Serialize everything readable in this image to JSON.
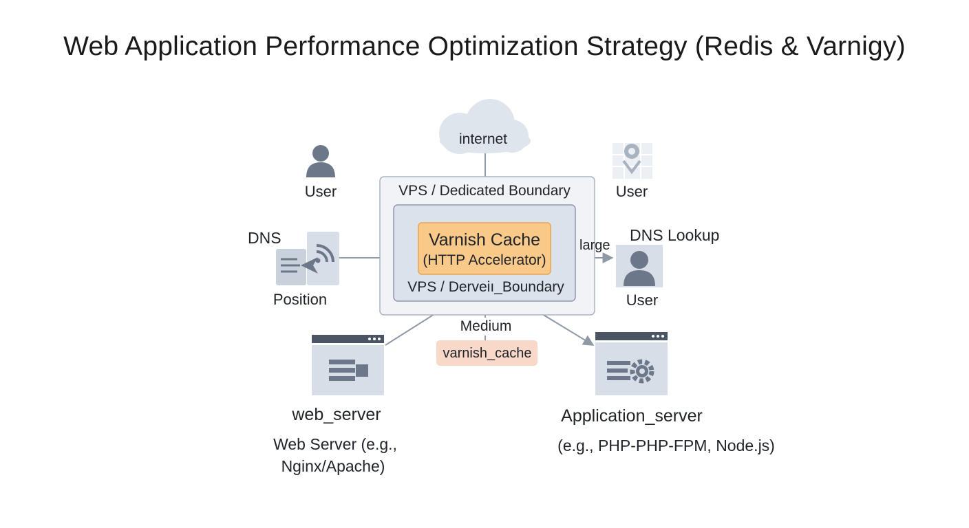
{
  "title": "Web Application Performance Optimization Strategy (Redis & Varnigy)",
  "nodes": {
    "internet": "internet",
    "user_left": "User",
    "user_right_top": "User",
    "user_right": "User",
    "dns": "DNS",
    "position": "Position",
    "dns_lookup": "DNS Lookup",
    "outer_boundary": "VPS / Dedicated Boundary",
    "inner_boundary": "VPS / Derveiı_Boundary",
    "varnish_title": "Varnish Cache",
    "varnish_subtitle": "(HTTP Accelerator)",
    "large": "large",
    "medium": "Medium",
    "varnish_cache_tag": "varnish_cache",
    "web_server_title": "web_server",
    "web_server_desc_1": "Web Server (e.g.,",
    "web_server_desc_2": "Nginx/Apache)",
    "app_server_title": "Application_server",
    "app_server_desc": "(e.g., PHP-PHP-FPM, Node.js)"
  },
  "colors": {
    "cloud": "#dfe5ec",
    "boundary_outer": "#f1f3f6",
    "boundary_inner": "#dbe2ec",
    "varnish_fill": "#f9c98a",
    "varnish_border": "#e8a453",
    "tag_fill": "#f7d8c9",
    "icon_gray": "#6c7889",
    "icon_bg": "#d7dee8",
    "line": "#8f99a6"
  },
  "icons": [
    "cloud-icon",
    "user-icon",
    "globe-network-icon",
    "dns-signal-icon",
    "user-card-icon",
    "web-server-icon",
    "app-server-gear-icon"
  ]
}
